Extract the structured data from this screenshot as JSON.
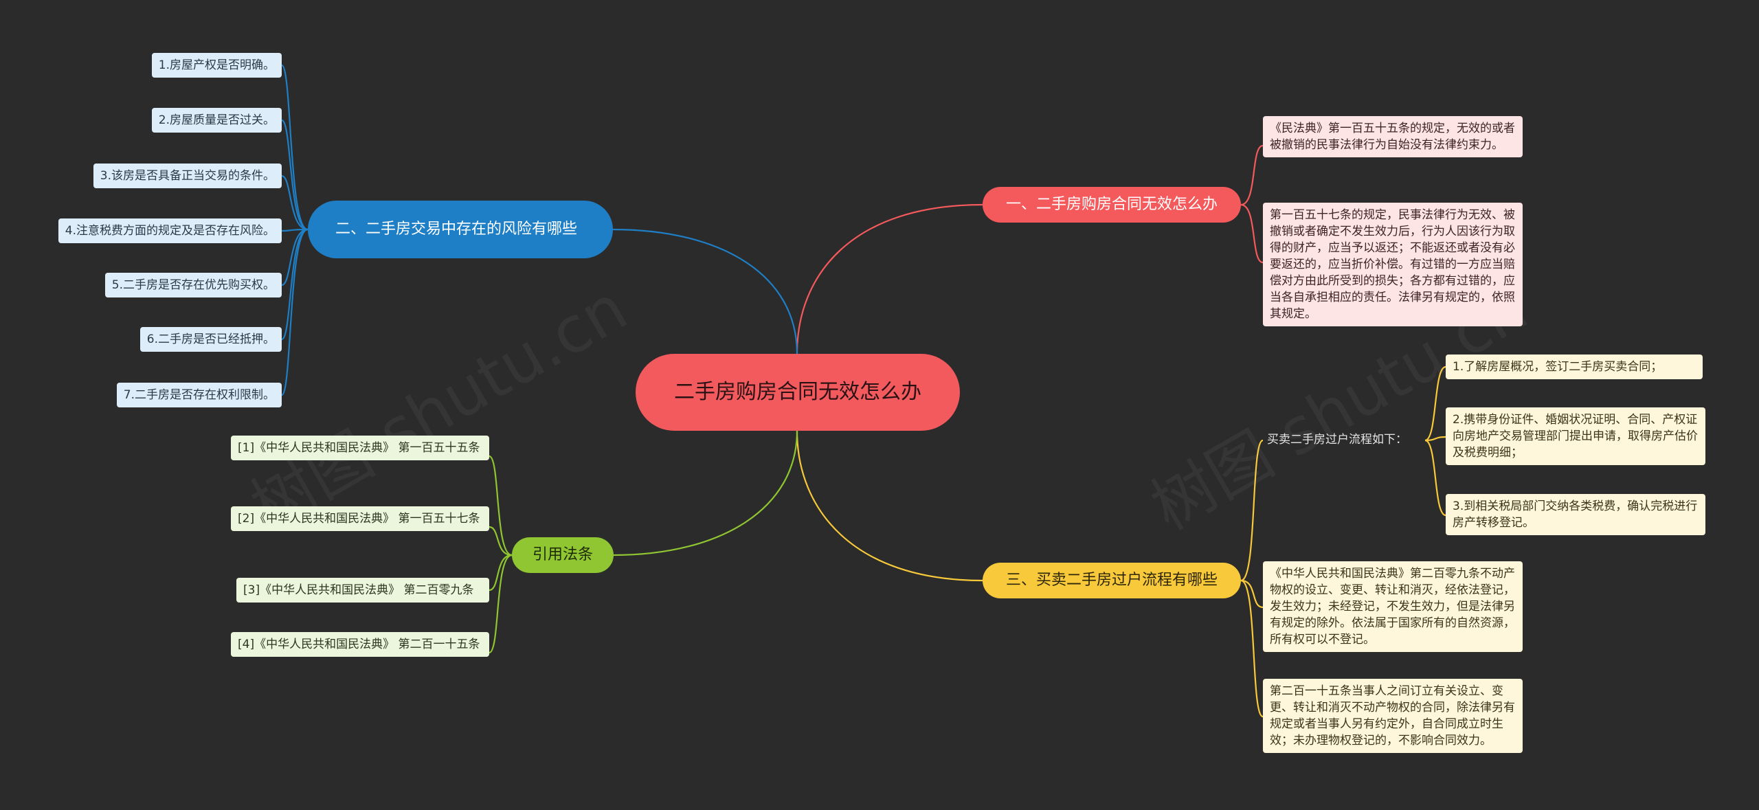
{
  "watermark": "树图 shutu.cn",
  "root": "二手房购房合同无效怎么办",
  "branches": {
    "b1": {
      "label": "一、二手房购房合同无效怎么办",
      "items": [
        "《民法典》第一百五十五条的规定，无效的或者被撤销的民事法律行为自始没有法律约束力。",
        "第一百五十七条的规定，民事法律行为无效、被撤销或者确定不发生效力后，行为人因该行为取得的财产，应当予以返还；不能返还或者没有必要返还的，应当折价补偿。有过错的一方应当赔偿对方由此所受到的损失；各方都有过错的，应当各自承担相应的责任。法律另有规定的，依照其规定。"
      ]
    },
    "b2": {
      "label": "二、二手房交易中存在的风险有哪些",
      "items": [
        "1.房屋产权是否明确。",
        "2.房屋质量是否过关。",
        "3.该房是否具备正当交易的条件。",
        "4.注意税费方面的规定及是否存在风险。",
        "5.二手房是否存在优先购买权。",
        "6.二手房是否已经抵押。",
        "7.二手房是否存在权利限制。"
      ]
    },
    "b3": {
      "label": "三、买卖二手房过户流程有哪些",
      "process_label": "买卖二手房过户流程如下：",
      "steps": [
        "1.了解房屋概况，签订二手房买卖合同；",
        "2.携带身份证件、婚姻状况证明、合同、产权证向房地产交易管理部门提出申请，取得房产估价及税费明细；",
        "3.到相关税局部门交纳各类税费，确认完税进行房产转移登记。"
      ],
      "items": [
        "《中华人民共和国民法典》第二百零九条不动产物权的设立、变更、转让和消灭，经依法登记，发生效力；未经登记，不发生效力，但是法律另有规定的除外。依法属于国家所有的自然资源，所有权可以不登记。",
        "第二百一十五条当事人之间订立有关设立、变更、转让和消灭不动产物权的合同，除法律另有规定或者当事人另有约定外，自合同成立时生效；未办理物权登记的，不影响合同效力。"
      ]
    },
    "b4": {
      "label": "引用法条",
      "items": [
        "[1]《中华人民共和国民法典》 第一百五十五条",
        "[2]《中华人民共和国民法典》 第一百五十七条",
        "[3]《中华人民共和国民法典》 第二百零九条",
        "[4]《中华人民共和国民法典》 第二百一十五条"
      ]
    }
  },
  "colors": {
    "background": "#2b2b2b",
    "root": "#f25a5e",
    "branch1": "#f45a5c",
    "branch2": "#1f7fc6",
    "branch3": "#f8c93a",
    "branch4": "#8fc631"
  }
}
